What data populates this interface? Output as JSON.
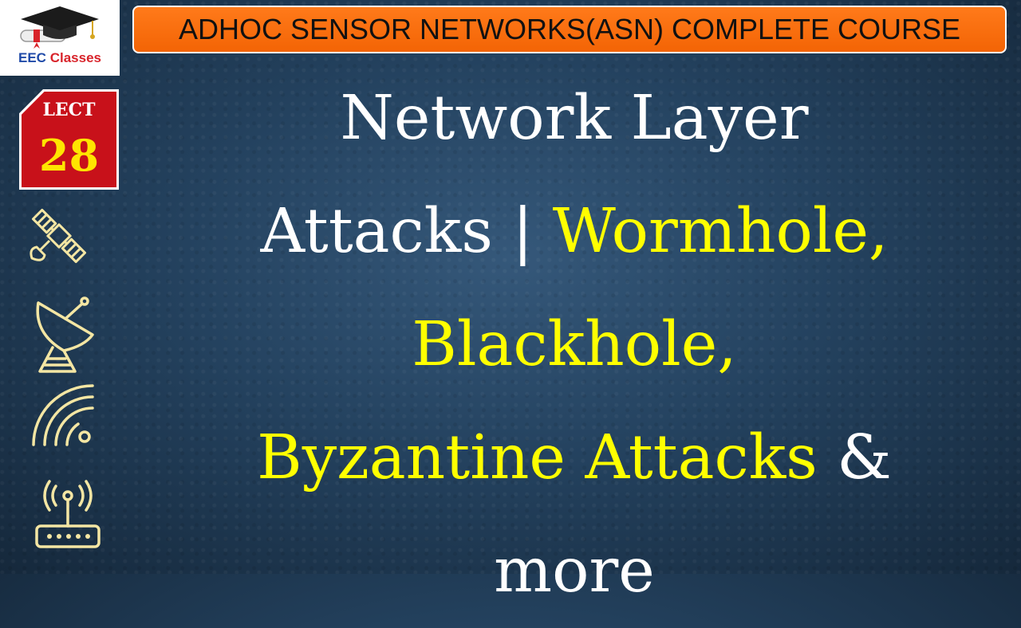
{
  "logo": {
    "word1": "EEC",
    "word2": "Classes"
  },
  "banner": {
    "text": "ADHOC SENSOR NETWORKS(ASN) COMPLETE COURSE"
  },
  "lecture": {
    "label": "LECT",
    "number": "28"
  },
  "icons": [
    "satellite-icon",
    "satellite-dish-icon",
    "wifi-signal-icon",
    "wireless-router-icon"
  ],
  "colors": {
    "banner": "#f36405",
    "badge": "#c8111a",
    "highlight": "#ffff00",
    "accent_icon": "#f4e6a3",
    "text": "#ffffff"
  },
  "title": {
    "line1": "Network Layer",
    "line2_white": "Attacks | ",
    "line2_yellow": "Wormhole,",
    "line3_yellow": "Blackhole,",
    "line4_yellow": "Byzantine Attacks",
    "line4_white": " &",
    "line5_white": "more"
  }
}
